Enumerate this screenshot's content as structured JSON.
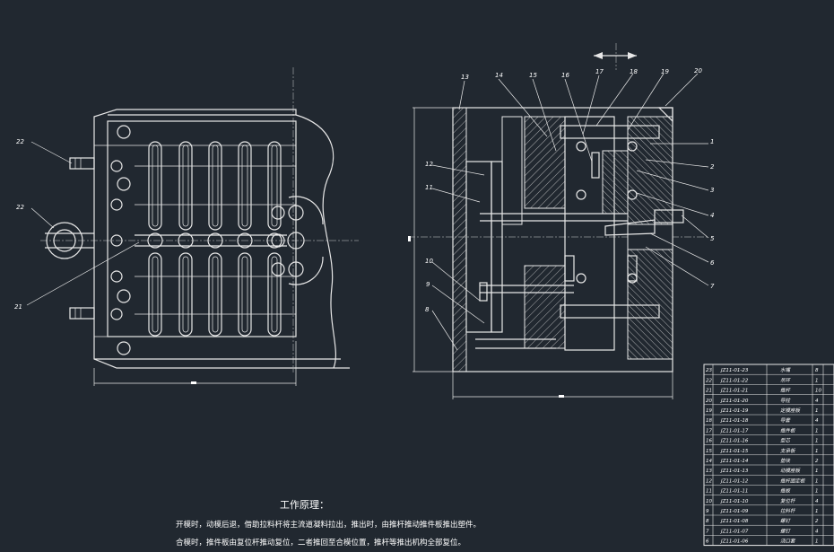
{
  "title": "工作原理：",
  "notes": [
    "开模时，动模后退，借助拉料杆将主流道凝料拉出，推出时，由推杆推动推件板推出塑件。",
    "合模时，推件板由复位杆推动复位，二者推回至合模位置，推杆等推出机构全部复位。"
  ],
  "left_view_labels": [
    "22",
    "22",
    "21"
  ],
  "section_view_labels": [
    "13",
    "14",
    "15",
    "16",
    "17",
    "18",
    "19",
    "20",
    "1",
    "2",
    "3",
    "4",
    "5",
    "6",
    "7",
    "12",
    "11",
    "10",
    "9",
    "8"
  ],
  "bom": [
    {
      "no": "23",
      "code": "JZ11-01-23",
      "name": "水嘴",
      "qty": "8"
    },
    {
      "no": "22",
      "code": "JZ11-01-22",
      "name": "吊环",
      "qty": "1"
    },
    {
      "no": "21",
      "code": "JZ11-01-21",
      "name": "推杆",
      "qty": "10"
    },
    {
      "no": "20",
      "code": "JZ11-01-20",
      "name": "导柱",
      "qty": "4"
    },
    {
      "no": "19",
      "code": "JZ11-01-19",
      "name": "定模座板",
      "qty": "1"
    },
    {
      "no": "18",
      "code": "JZ11-01-18",
      "name": "导套",
      "qty": "4"
    },
    {
      "no": "17",
      "code": "JZ11-01-17",
      "name": "推件板",
      "qty": "1"
    },
    {
      "no": "16",
      "code": "JZ11-01-16",
      "name": "型芯",
      "qty": "1"
    },
    {
      "no": "15",
      "code": "JZ11-01-15",
      "name": "支承板",
      "qty": "1"
    },
    {
      "no": "14",
      "code": "JZ11-01-14",
      "name": "垫块",
      "qty": "2"
    },
    {
      "no": "13",
      "code": "JZ11-01-13",
      "name": "动模座板",
      "qty": "1"
    },
    {
      "no": "12",
      "code": "JZ11-01-12",
      "name": "推杆固定板",
      "qty": "1"
    },
    {
      "no": "11",
      "code": "JZ11-01-11",
      "name": "推板",
      "qty": "1"
    },
    {
      "no": "10",
      "code": "JZ11-01-10",
      "name": "复位杆",
      "qty": "4"
    },
    {
      "no": "9",
      "code": "JZ11-01-09",
      "name": "拉料杆",
      "qty": "1"
    },
    {
      "no": "8",
      "code": "JZ11-01-08",
      "name": "螺钉",
      "qty": "2"
    },
    {
      "no": "7",
      "code": "JZ11-01-07",
      "name": "螺钉",
      "qty": "4"
    },
    {
      "no": "6",
      "code": "JZ11-01-06",
      "name": "浇口套",
      "qty": "1"
    }
  ],
  "colors": {
    "background": "#212830",
    "lines": "#e8e8e8"
  }
}
